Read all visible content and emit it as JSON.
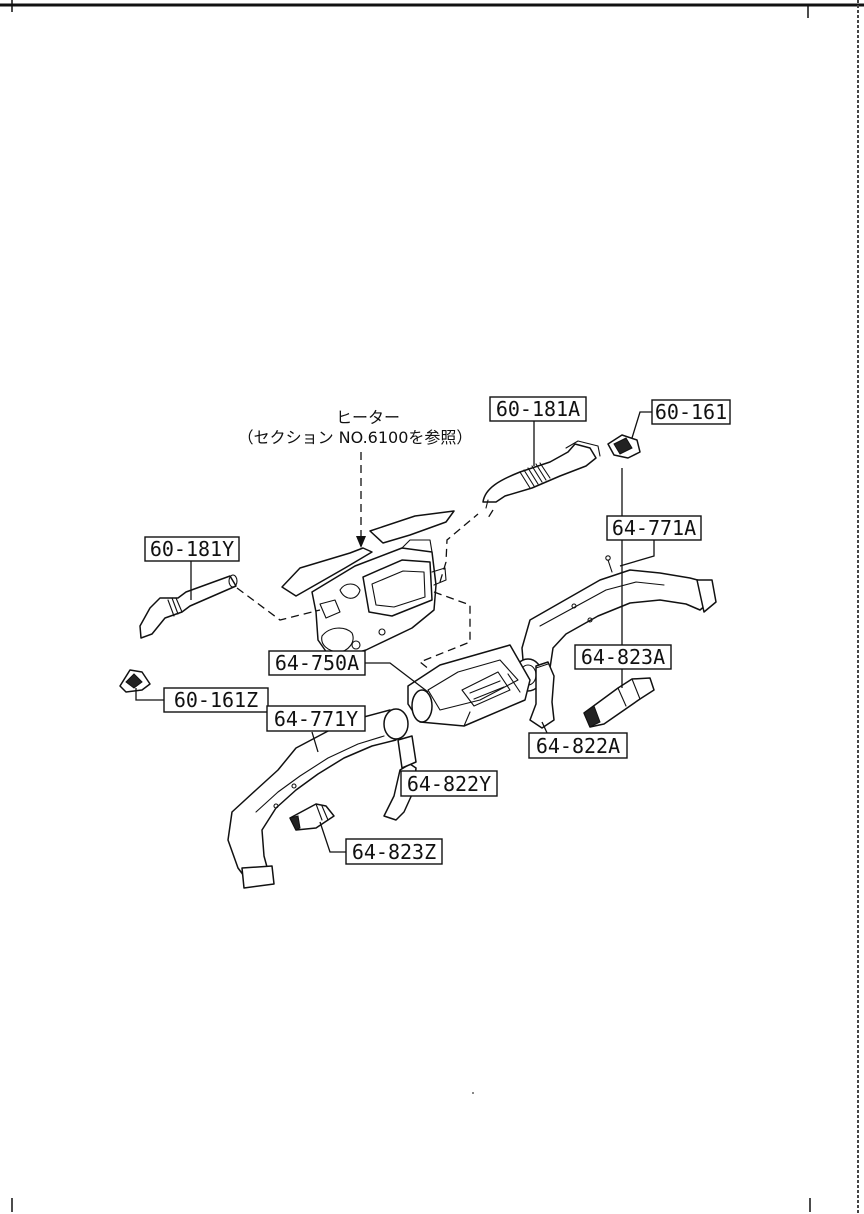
{
  "heater_note": {
    "line1": "ヒーター",
    "line2": "（セクション NO.6100を参照）"
  },
  "parts": {
    "p60_181A": "60-181A",
    "p60_161": "60-161",
    "p64_771A": "64-771A",
    "p60_181Y": "60-181Y",
    "p64_823A": "64-823A",
    "p60_161Z": "60-161Z",
    "p64_750A": "64-750A",
    "p64_771Y": "64-771Y",
    "p64_822A": "64-822A",
    "p64_822Y": "64-822Y",
    "p64_823Z": "64-823Z"
  }
}
